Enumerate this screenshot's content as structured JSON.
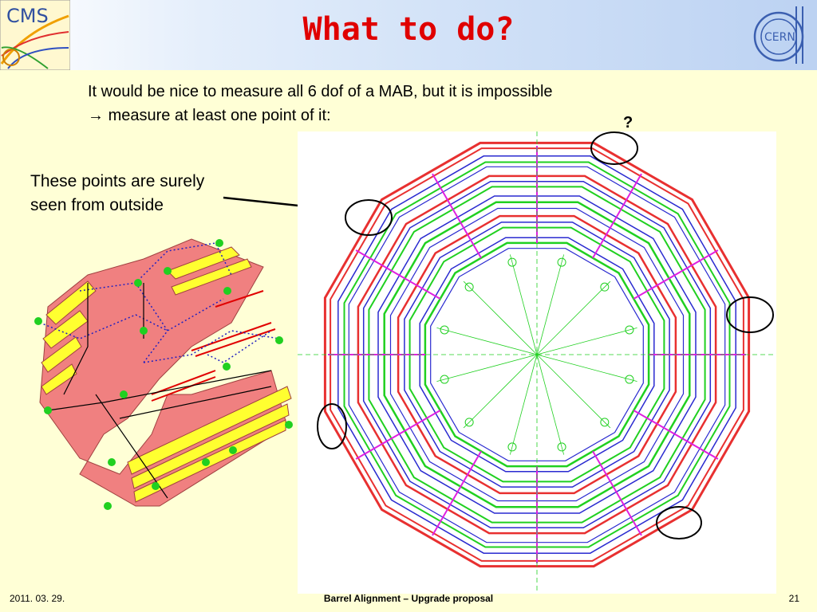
{
  "header": {
    "title": "What to do?",
    "left_logo_text": "CMS",
    "right_logo_text": "CERN"
  },
  "content": {
    "line1": "It would be nice to measure all 6 dof of a MAB, but it is impossible",
    "line2_arrow": "→",
    "line2": "measure at least one point of it:",
    "question_mark": "?",
    "left_note_line1": "These points are surely",
    "left_note_line2": "seen from outside"
  },
  "footer": {
    "date": "2011. 03. 29.",
    "center": "Barrel Alignment – Upgrade proposal",
    "page": "21"
  },
  "colors": {
    "title": "#e00000",
    "background": "#ffffd6",
    "header_gradient_end": "#bcd2f2",
    "ring_red": "#e83030",
    "ring_blue": "#2a2ad0",
    "ring_green": "#20d020",
    "ring_magenta": "#e020e0"
  }
}
